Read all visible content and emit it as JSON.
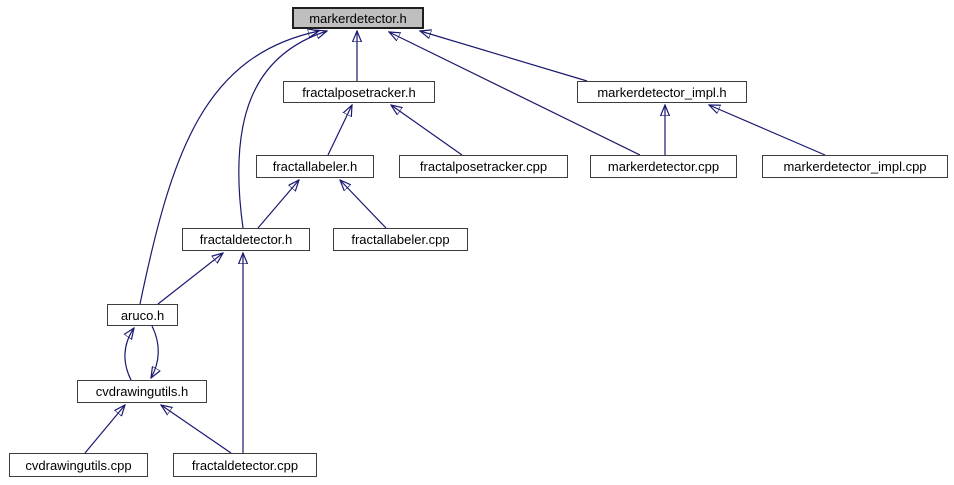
{
  "diagram": {
    "type": "include-dependency-graph",
    "colors": {
      "edge": "#191970",
      "node_border": "#3d3d3d",
      "node_fill": "#ffffff",
      "current_node_fill": "#bfbfbf",
      "current_node_border": "#1f1f1f",
      "text": "#000000",
      "background": "#ffffff"
    },
    "nodes": [
      {
        "id": "markerdetector-h",
        "label": "markerdetector.h",
        "current": true
      },
      {
        "id": "fractalposetracker-h",
        "label": "fractalposetracker.h",
        "current": false
      },
      {
        "id": "markerdetector-impl-h",
        "label": "markerdetector_impl.h",
        "current": false
      },
      {
        "id": "fractallabeler-h",
        "label": "fractallabeler.h",
        "current": false
      },
      {
        "id": "fractalposetracker-cpp",
        "label": "fractalposetracker.cpp",
        "current": false
      },
      {
        "id": "markerdetector-cpp",
        "label": "markerdetector.cpp",
        "current": false
      },
      {
        "id": "markerdetector-impl-cpp",
        "label": "markerdetector_impl.cpp",
        "current": false
      },
      {
        "id": "fractaldetector-h",
        "label": "fractaldetector.h",
        "current": false
      },
      {
        "id": "fractallabeler-cpp",
        "label": "fractallabeler.cpp",
        "current": false
      },
      {
        "id": "aruco-h",
        "label": "aruco.h",
        "current": false
      },
      {
        "id": "cvdrawingutils-h",
        "label": "cvdrawingutils.h",
        "current": false
      },
      {
        "id": "cvdrawingutils-cpp",
        "label": "cvdrawingutils.cpp",
        "current": false
      },
      {
        "id": "fractaldetector-cpp",
        "label": "fractaldetector.cpp",
        "current": false
      }
    ],
    "edges": [
      {
        "from": "fractalposetracker.h",
        "to": "markerdetector.h"
      },
      {
        "from": "markerdetector_impl.h",
        "to": "markerdetector.h"
      },
      {
        "from": "markerdetector.cpp",
        "to": "markerdetector.h"
      },
      {
        "from": "aruco.h",
        "to": "markerdetector.h"
      },
      {
        "from": "fractaldetector.h",
        "to": "markerdetector.h"
      },
      {
        "from": "fractallabeler.h",
        "to": "fractalposetracker.h"
      },
      {
        "from": "fractalposetracker.cpp",
        "to": "fractalposetracker.h"
      },
      {
        "from": "markerdetector.cpp",
        "to": "markerdetector_impl.h"
      },
      {
        "from": "markerdetector_impl.cpp",
        "to": "markerdetector_impl.h"
      },
      {
        "from": "fractaldetector.h",
        "to": "fractallabeler.h"
      },
      {
        "from": "fractallabeler.cpp",
        "to": "fractallabeler.h"
      },
      {
        "from": "aruco.h",
        "to": "fractaldetector.h"
      },
      {
        "from": "fractaldetector.cpp",
        "to": "fractaldetector.h"
      },
      {
        "from": "cvdrawingutils.h",
        "to": "aruco.h"
      },
      {
        "from": "aruco.h",
        "to": "cvdrawingutils.h"
      },
      {
        "from": "cvdrawingutils.cpp",
        "to": "cvdrawingutils.h"
      },
      {
        "from": "fractaldetector.cpp",
        "to": "cvdrawingutils.h"
      }
    ]
  }
}
